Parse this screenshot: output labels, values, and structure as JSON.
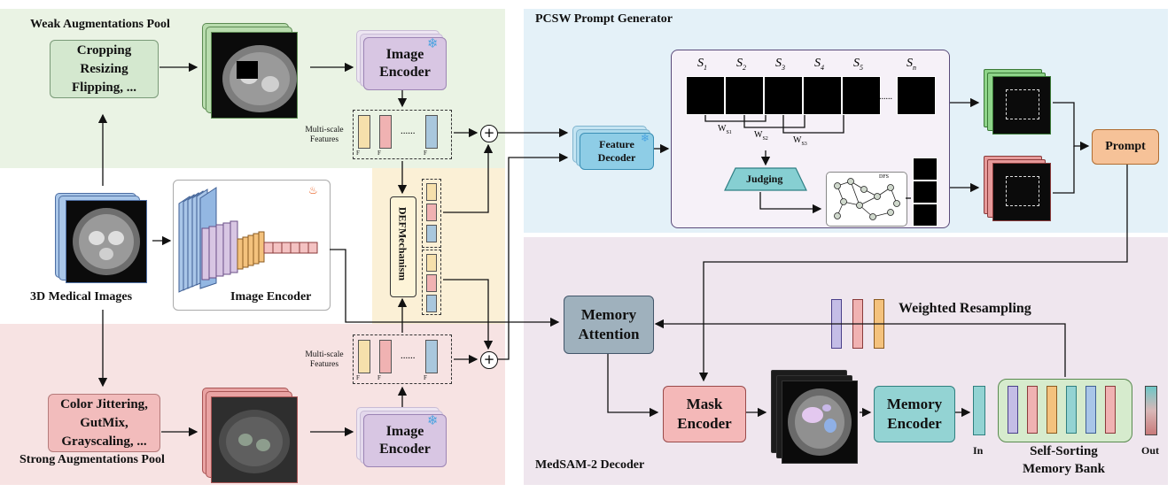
{
  "regions": {
    "weak_pool_title": "Weak Augmentations Pool",
    "strong_pool_title": "Strong Augmentations Pool",
    "pcsw_title": "PCSW Prompt Generator",
    "decoder_title": "MedSAM-2 Decoder"
  },
  "weak_aug": {
    "line1": "Cropping",
    "line2": "Resizing",
    "line3": "Flipping, ..."
  },
  "strong_aug": {
    "line1": "Color Jittering,",
    "line2": "GutMix,",
    "line3": "Grayscaling, ..."
  },
  "image_encoder_top": {
    "line1": "Image",
    "line2": "Encoder"
  },
  "image_encoder_bottom": {
    "line1": "Image",
    "line2": "Encoder"
  },
  "center_encoder_label": "Image Encoder",
  "medical_images_label": "3D Medical Images",
  "multiscale_top": {
    "line1": "Multi-scale",
    "line2": "Features"
  },
  "multiscale_bottom": {
    "line1": "Multi-scale",
    "line2": "Features"
  },
  "feature_bar_labels": [
    "F",
    "F",
    "F"
  ],
  "dots": "......",
  "def_mechanism": "DEFMechanism",
  "feature_decoder": {
    "line1": "Feature",
    "line2": "Decoder"
  },
  "slices": [
    "S",
    "S",
    "S",
    "S",
    "S",
    "S"
  ],
  "slice_subscripts": [
    "1",
    "2",
    "3",
    "4",
    "5",
    "n"
  ],
  "weights": [
    "W",
    "W",
    "W"
  ],
  "weight_subscripts": [
    "S1",
    "S2",
    "S3"
  ],
  "judging": "Judging",
  "dfs_label": "DFS",
  "prompt": "Prompt",
  "memory_attention": {
    "line1": "Memory",
    "line2": "Attention"
  },
  "mask_encoder": {
    "line1": "Mask",
    "line2": "Encoder"
  },
  "memory_encoder": {
    "line1": "Memory",
    "line2": "Encoder"
  },
  "weighted_resampling": "Weighted Resampling",
  "memory_bank": {
    "line1": "Self-Sorting",
    "line2": "Memory Bank"
  },
  "in_label": "In",
  "out_label": "Out",
  "icons": {
    "snowflake": "snowflake-icon",
    "flame": "flame-icon",
    "plus": "circle-plus-icon"
  },
  "colors": {
    "weak_bg": "#eaf3e4",
    "strong_bg": "#f7e3e3",
    "pcsw_bg": "#e4f1f8",
    "decoder_bg": "#efe6ee",
    "def_bg": "#fbf0d6",
    "aug_green": "#d4e8cf",
    "aug_red": "#f2bcbc",
    "encoder_purple": "#d8c6e3",
    "feature_decoder_blue": "#8ecde6",
    "prompt_orange": "#f6c298",
    "memory_attention_gray": "#9fb1bd",
    "mask_encoder_pink": "#f4b8b8",
    "memory_encoder_teal": "#93d3d3",
    "bank_green": "#d6ebcd",
    "judging_teal": "#86cfd2"
  }
}
